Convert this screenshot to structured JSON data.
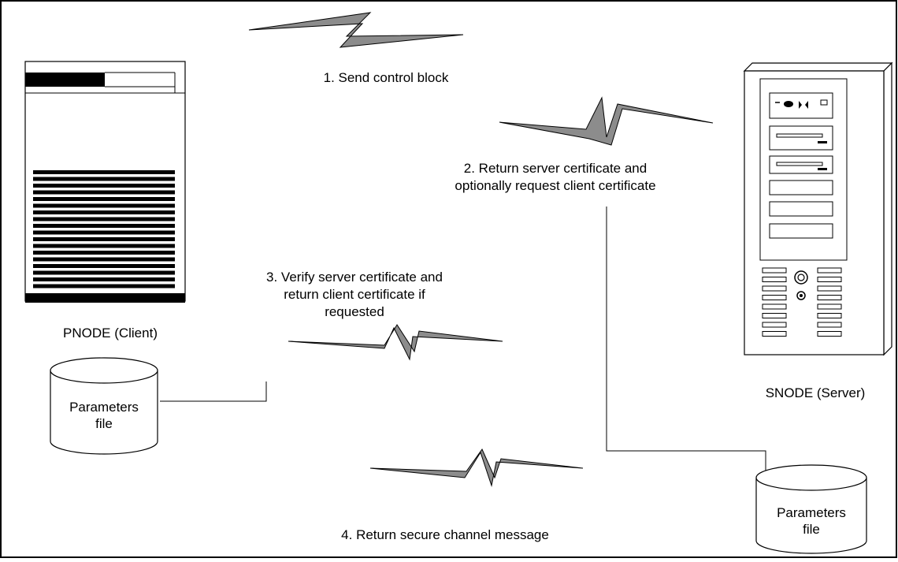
{
  "steps": {
    "step1": "1. Send control block",
    "step2_line1": "2. Return server certificate and",
    "step2_line2": "optionally request client certificate",
    "step3_line1": "3. Verify server certificate and",
    "step3_line2": "return client certificate if",
    "step3_line3": "requested",
    "step4": "4. Return secure channel message"
  },
  "nodes": {
    "pnode_label": "PNODE (Client)",
    "snode_label": "SNODE (Server)"
  },
  "files": {
    "client_file_line1": "Parameters",
    "client_file_line2": "file",
    "server_file_line1": "Parameters",
    "server_file_line2": "file"
  },
  "icons": {
    "client": "mainframe-computer-icon",
    "server": "tower-server-icon",
    "file": "database-cylinder-icon",
    "message": "lightning-bolt-icon"
  },
  "colors": {
    "bolt_fill": "#8c8c8c",
    "line": "#000000"
  }
}
